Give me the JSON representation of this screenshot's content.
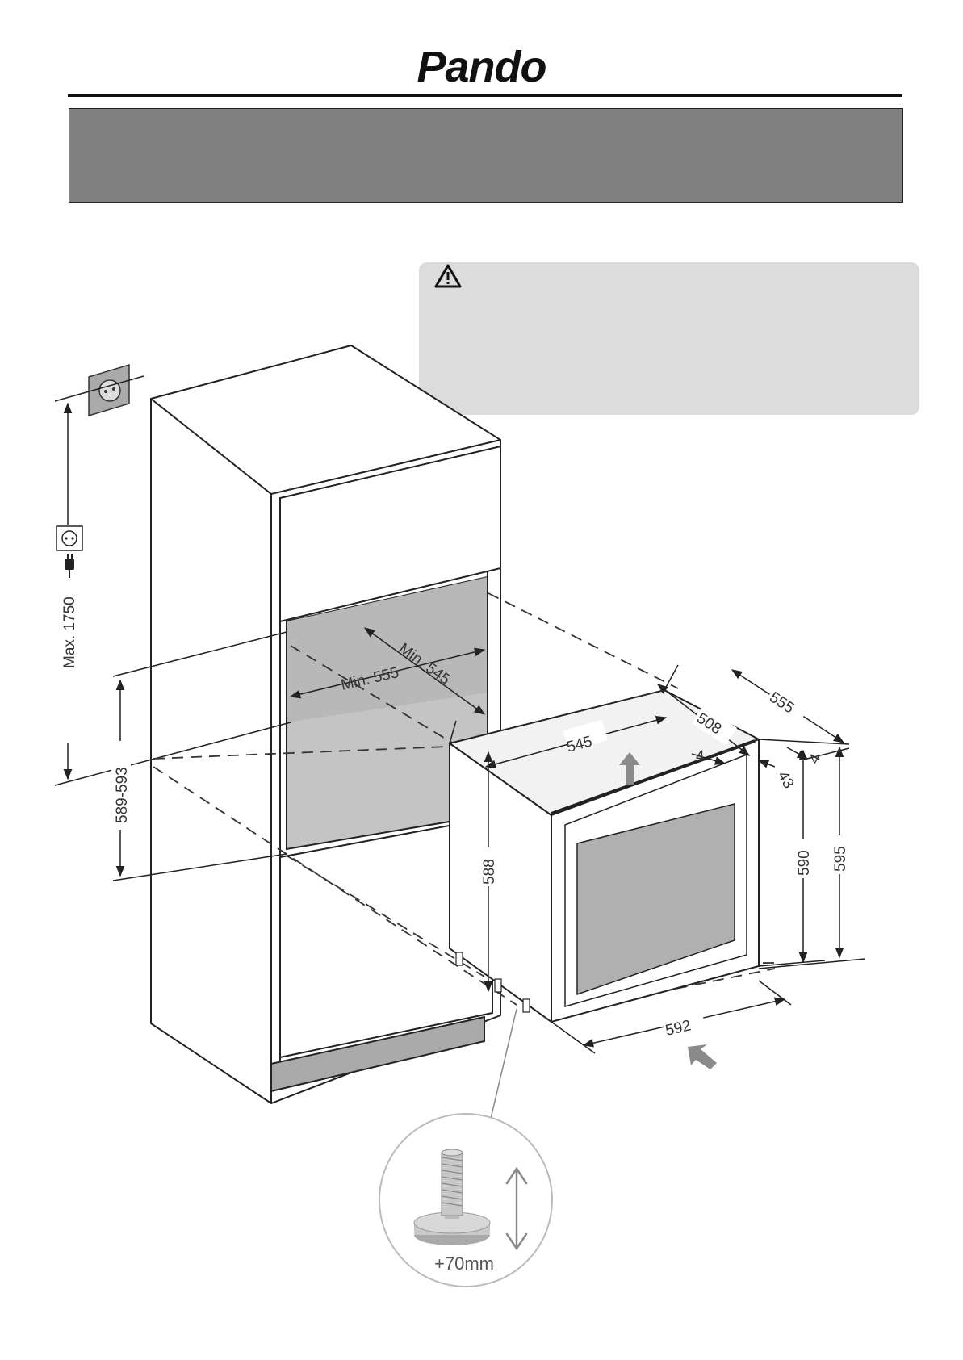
{
  "brand": "Pando",
  "dimensions": {
    "max_socket_height": "Max. 1750",
    "niche_height": "589-593",
    "niche_width_min": "Min. 555",
    "niche_depth_min": "Min. 545",
    "appliance_depth_545": "545",
    "appliance_depth_555": "555",
    "depth_508": "508",
    "gap_4_left": "4",
    "gap_4_right": "4",
    "door_43": "43",
    "height_588": "588",
    "height_590": "590",
    "height_595": "595",
    "width_592": "592"
  },
  "foot_caption": "+70mm",
  "icons": [
    "warning-icon",
    "socket-icon",
    "plug-icon",
    "adjustable-foot-icon",
    "airflow-arrow-icon"
  ],
  "colors": {
    "banner": "#808080",
    "warning_box": "#dcdcdc",
    "niche_fill": "#c4c4c4",
    "glass_fill": "#b0b0b0"
  }
}
